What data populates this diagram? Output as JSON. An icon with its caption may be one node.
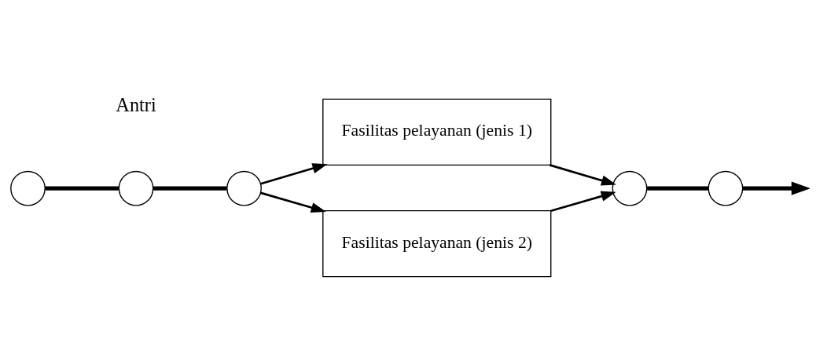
{
  "diagram": {
    "nodes": [
      {
        "text": [],
        "shape": "circle"
      },
      {
        "text": [],
        "shape": "circle"
      },
      {
        "text": [],
        "shape": "circle"
      },
      {
        "text": [
          "Fasilitas pelayanan (jenis 1)"
        ]
      },
      {
        "text": [
          "Fasilitas pelayanan (jenis 2)"
        ]
      },
      {
        "text": [],
        "shape": "circle"
      },
      {
        "text": [],
        "shape": "circle"
      }
    ],
    "edges": [
      {
        "from": 0,
        "to": 1,
        "arrow": "none",
        "style": "thick"
      },
      {
        "from": 1,
        "to": 2,
        "arrow": "none",
        "style": "thick"
      },
      {
        "from": 2,
        "to": 3,
        "arrow": "to"
      },
      {
        "from": 2,
        "to": 4,
        "arrow": "to"
      },
      {
        "from": 3,
        "to": 5,
        "arrow": "to"
      },
      {
        "from": 4,
        "to": 5,
        "arrow": "to"
      },
      {
        "from": 5,
        "to": 6,
        "arrow": "none",
        "style": "thick"
      },
      {
        "from": 6,
        "to": null,
        "arrow": "to",
        "style": "thick"
      }
    ],
    "labels": [
      "Antri"
    ]
  }
}
